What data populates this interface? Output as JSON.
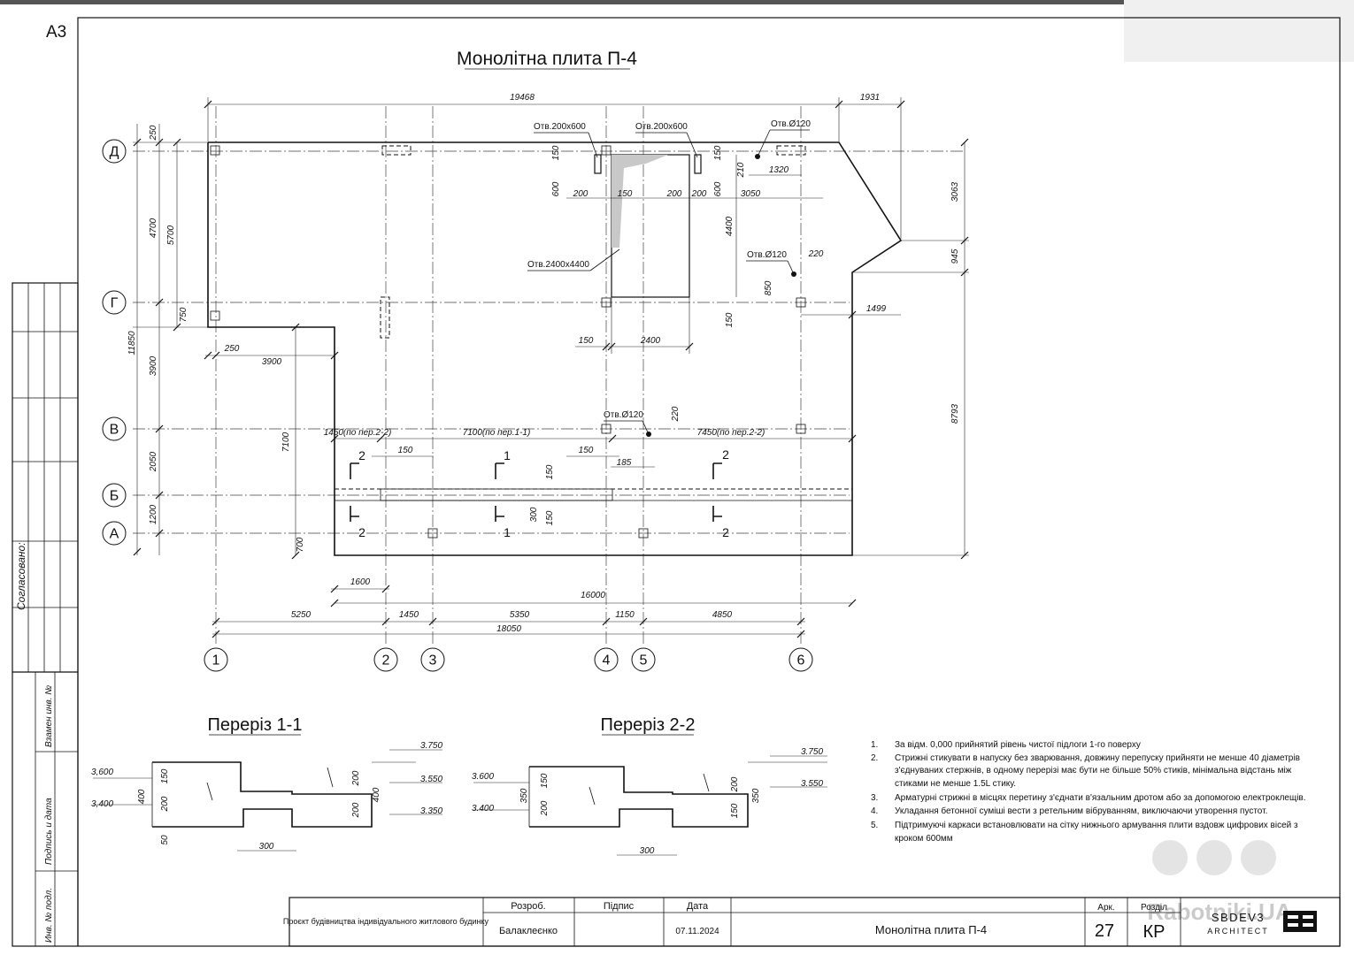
{
  "sheet": {
    "format": "A3"
  },
  "plan": {
    "title": "Монолітна плита П-4",
    "axes_rows": [
      "Д",
      "Г",
      "В",
      "Б",
      "А"
    ],
    "axes_cols": [
      "1",
      "2",
      "3",
      "4",
      "5",
      "6"
    ],
    "openings": {
      "o1": "Отв.200x600",
      "o2": "Отв.200x600",
      "o3": "Отв.Ø120",
      "o4": "Отв.Ø120",
      "o5": "Отв.2400x4400",
      "o6": "Отв.Ø120"
    },
    "dims": {
      "total_top": "19468",
      "d1931": "1931",
      "d250a": "250",
      "d4700": "4700",
      "d5700": "5700",
      "d11850": "11850",
      "d750": "750",
      "d3900v": "3900",
      "d2050": "2050",
      "d1200": "1200",
      "d700": "700",
      "d7100v": "7100",
      "d250b": "250",
      "d3900h": "3900",
      "d150a": "150",
      "d600a": "600",
      "d200a": "200",
      "d150b": "150",
      "d200b": "200",
      "d200c": "200",
      "d150c": "150",
      "d600b": "600",
      "d210": "210",
      "d1320": "1320",
      "d3050": "3050",
      "d4400": "4400",
      "d220a": "220",
      "d850": "850",
      "d150d": "150",
      "d150e": "150",
      "d2400": "2400",
      "d3063": "3063",
      "d945": "945",
      "d1499": "1499",
      "d8793": "8793",
      "d220b": "220",
      "d1450p": "1450(по пер.2-2)",
      "d7100p": "7100(по пер.1-1)",
      "d7450p": "7450(по пер.2-2)",
      "d150f": "150",
      "d150g": "150",
      "d185": "185",
      "d150h": "150",
      "d300": "300",
      "d150i": "150",
      "d1600": "1600",
      "d16000": "16000",
      "d5250": "5250",
      "d1450": "1450",
      "d5350": "5350",
      "d1150": "1150",
      "d4850": "4850",
      "d18050": "18050"
    },
    "sections_marks": {
      "s1": "1",
      "s2": "2"
    }
  },
  "section1": {
    "title": "Переріз 1-1",
    "lv3600": "3,600",
    "lv3400": "3,400",
    "lv3750": "3.750",
    "lv3550": "3.550",
    "lv3350": "3.350",
    "d150": "150",
    "d200": "200",
    "d400": "400",
    "d50": "50",
    "d200r1": "200",
    "d200r2": "200",
    "d400r": "400",
    "d300": "300"
  },
  "section2": {
    "title": "Переріз 2-2",
    "lv3600": "3.600",
    "lv3400": "3.400",
    "lv3750": "3.750",
    "lv3550": "3.550",
    "d150": "150",
    "d350": "350",
    "d200": "200",
    "d200r": "200",
    "d150r": "150",
    "d350r": "350",
    "d300": "300"
  },
  "notes": [
    {
      "num": "1.",
      "lines": [
        "За відм. 0,000 прийнятий рівень чистої підлоги 1-го поверху"
      ]
    },
    {
      "num": "2.",
      "lines": [
        "Стрижні стикувати в напуску без зварювання, довжину перепуску прийняти не менше 40 діаметрів",
        "з'єднуваних стержнів, в одному перерізі має бути не більше 50% стиків, мінімальна відстань між",
        "стиками не менше 1.5L стику."
      ]
    },
    {
      "num": "3.",
      "lines": [
        "Арматурні стрижні в місцях перетину з'єднати в'язальним дротом або за допомогою електроклещів."
      ]
    },
    {
      "num": "4.",
      "lines": [
        "Укладання бетонної суміші вести з ретельним вібруванням, виключаючи утворення пустот."
      ]
    },
    {
      "num": "5.",
      "lines": [
        "Підтримуючі каркаси встановлювати на сітку нижнього армування плити вздовж цифрових вісей з",
        "кроком 600мм"
      ]
    }
  ],
  "left_stamp": {
    "agreed": "Согласовано:",
    "inv_replace": "Взамен инв. №",
    "sign_date": "Подпись и дата",
    "inv_orig": "Инв. № подл."
  },
  "title_block": {
    "project": "Проєкт будівництва індивідуального житлового будинку",
    "h_developed": "Розроб.",
    "h_signature": "Підпис",
    "h_date": "Дата",
    "developer": "Балаклеєнко",
    "date": "07.11.2024",
    "sheet_name": "Монолітна плита П-4",
    "h_sheet": "Арк.",
    "h_section": "Розділ",
    "sheet_no": "27",
    "section": "КР",
    "company_line1": "SBDEV3",
    "company_line2": "ARCHITECT"
  },
  "watermark": {
    "text": "Rabotniki.UA"
  }
}
